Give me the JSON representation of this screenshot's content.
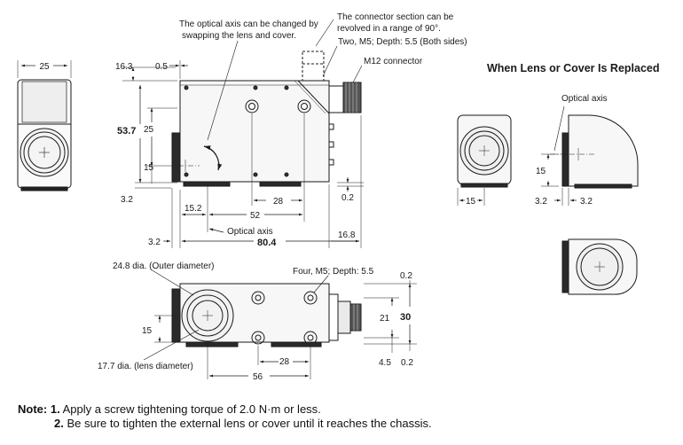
{
  "annotations": {
    "optical_axis_change": [
      "The optical axis can be changed by",
      "swapping the lens and cover."
    ],
    "connector_section": [
      "The connector section can be",
      "revolved in a range of 90°."
    ],
    "m5_both_sides": "Two, M5; Depth: 5.5 (Both sides)",
    "m12": "M12 connector",
    "optical_axis_front": "Optical axis",
    "optical_axis_right": "Optical axis",
    "outer_diameter": "24.8 dia. (Outer diameter)",
    "lens_diameter": "17.7 dia. (lens diameter)",
    "m5_four": "Four, M5; Depth: 5.5"
  },
  "replaced_title": "When Lens or Cover Is Replaced",
  "dimensions": {
    "side_width": "25",
    "d16_3": "16.3",
    "d0_5": "0.5",
    "d53_7": "53.7",
    "d25": "25",
    "d15_front": "15",
    "d3_2_front": "3.2",
    "d0_2_front": "0.2",
    "d15_2": "15.2",
    "d28_front": "28",
    "d52": "52",
    "d3_2_bottom": "3.2",
    "d80_4": "80.4",
    "d16_8": "16.8",
    "d15_top": "15",
    "d28_top": "28",
    "d56": "56",
    "d0_2_top_upper": "0.2",
    "d21": "21",
    "d30": "30",
    "d4_5": "4.5",
    "d0_2_top_lower": "0.2",
    "d15_right": "15",
    "d15_right_v": "15",
    "d3_2_right_a": "3.2",
    "d3_2_right_b": "3.2"
  },
  "notes": {
    "label": "Note:",
    "items": [
      {
        "num": "1.",
        "text": "Apply a screw tightening torque of 2.0 N·m or less."
      },
      {
        "num": "2.",
        "text": "Be sure to tighten the external lens or cover until it reaches the chassis."
      }
    ]
  }
}
